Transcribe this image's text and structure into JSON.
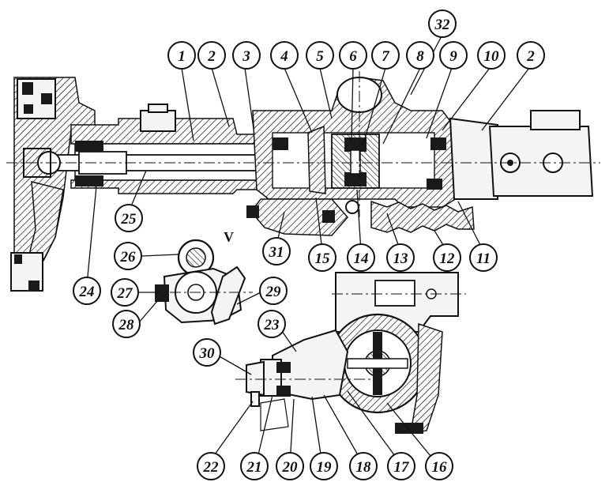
{
  "diagram": {
    "callouts": [
      {
        "id": "c1",
        "label": "1"
      },
      {
        "id": "c2a",
        "label": "2"
      },
      {
        "id": "c3",
        "label": "3"
      },
      {
        "id": "c4",
        "label": "4"
      },
      {
        "id": "c5",
        "label": "5"
      },
      {
        "id": "c6",
        "label": "6"
      },
      {
        "id": "c7",
        "label": "7"
      },
      {
        "id": "c8",
        "label": "8"
      },
      {
        "id": "c9",
        "label": "9"
      },
      {
        "id": "c10",
        "label": "10"
      },
      {
        "id": "c2b",
        "label": "2"
      },
      {
        "id": "c32",
        "label": "32"
      },
      {
        "id": "c11",
        "label": "11"
      },
      {
        "id": "c12",
        "label": "12"
      },
      {
        "id": "c13",
        "label": "13"
      },
      {
        "id": "c14",
        "label": "14"
      },
      {
        "id": "c15",
        "label": "15"
      },
      {
        "id": "c31",
        "label": "31"
      },
      {
        "id": "c25",
        "label": "25"
      },
      {
        "id": "c24",
        "label": "24"
      },
      {
        "id": "c26",
        "label": "26"
      },
      {
        "id": "c27",
        "label": "27"
      },
      {
        "id": "c28",
        "label": "28"
      },
      {
        "id": "c29",
        "label": "29"
      },
      {
        "id": "c30",
        "label": "30"
      },
      {
        "id": "c23",
        "label": "23"
      },
      {
        "id": "c22",
        "label": "22"
      },
      {
        "id": "c21",
        "label": "21"
      },
      {
        "id": "c20",
        "label": "20"
      },
      {
        "id": "c19",
        "label": "19"
      },
      {
        "id": "c18",
        "label": "18"
      },
      {
        "id": "c17",
        "label": "17"
      },
      {
        "id": "c16",
        "label": "16"
      }
    ],
    "view_mark": "V"
  }
}
